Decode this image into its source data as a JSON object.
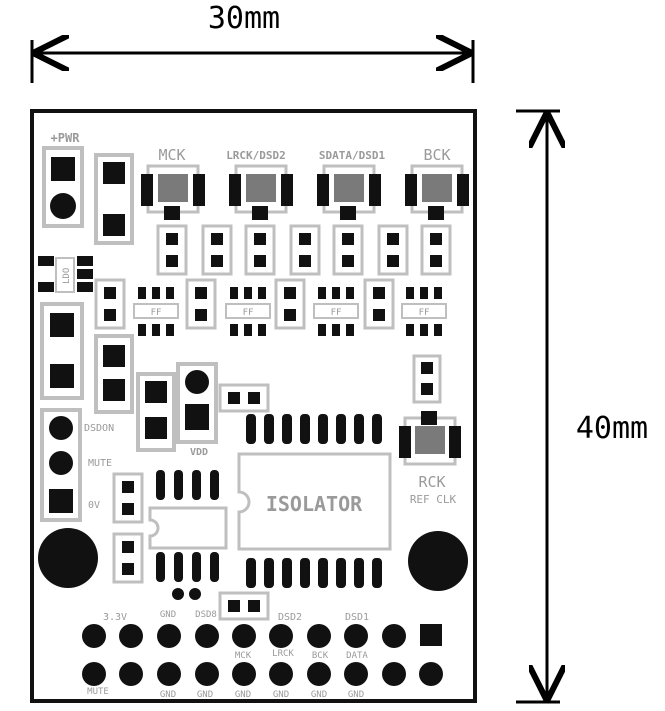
{
  "dimensions": {
    "width_label": "30mm",
    "height_label": "40mm"
  },
  "silkscreen": {
    "power": "+PWR",
    "mck": "MCK",
    "lrck_dsd2": "LRCK/DSD2",
    "sdata_dsd1": "SDATA/DSD1",
    "bck": "BCK",
    "ldo": "LDO",
    "ff": "FF",
    "vdd": "VDD",
    "dsdon": "DSDON",
    "mute": "MUTE",
    "zero_v": "0V",
    "rck": "RCK",
    "ref_clk": "REF CLK",
    "isolator": "ISOLATOR"
  },
  "header_top_labels": [
    "3.3V",
    "GND",
    "DSD8",
    "DSD2",
    "DSD1"
  ],
  "header_mid_labels": [
    "MCK",
    "LRCK",
    "BCK",
    "DATA"
  ],
  "header_bottom_labels": [
    "MUTE",
    "GND",
    "GND",
    "GND",
    "GND",
    "GND",
    "GND"
  ],
  "colors": {
    "board_outline": "#111111",
    "pad": "#111111",
    "silk": "#bfbfbf",
    "silk_text": "#9a9a9a",
    "oscillator_body": "#7a7a7a"
  }
}
